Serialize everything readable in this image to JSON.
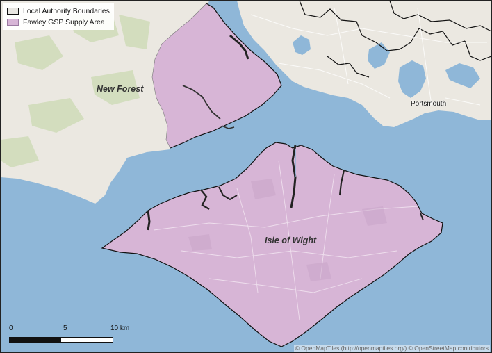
{
  "legend": {
    "items": [
      {
        "label": "Local Authority Boundaries"
      },
      {
        "label": "Fawley GSP Supply Area"
      }
    ]
  },
  "labels": {
    "new_forest": "New Forest",
    "isle_of_wight": "Isle of Wight",
    "portsmouth": "Portsmouth"
  },
  "scale_bar": {
    "ticks": [
      "0",
      "5",
      "10 km"
    ]
  },
  "attribution": "© OpenMapTiles (http://openmaptiles.org/) © OpenStreetMap contributors",
  "colors": {
    "water": "#8fb7d8",
    "land": "#ebe8e1",
    "supply_area": "#d7b5d6",
    "boundary": "#111111"
  }
}
